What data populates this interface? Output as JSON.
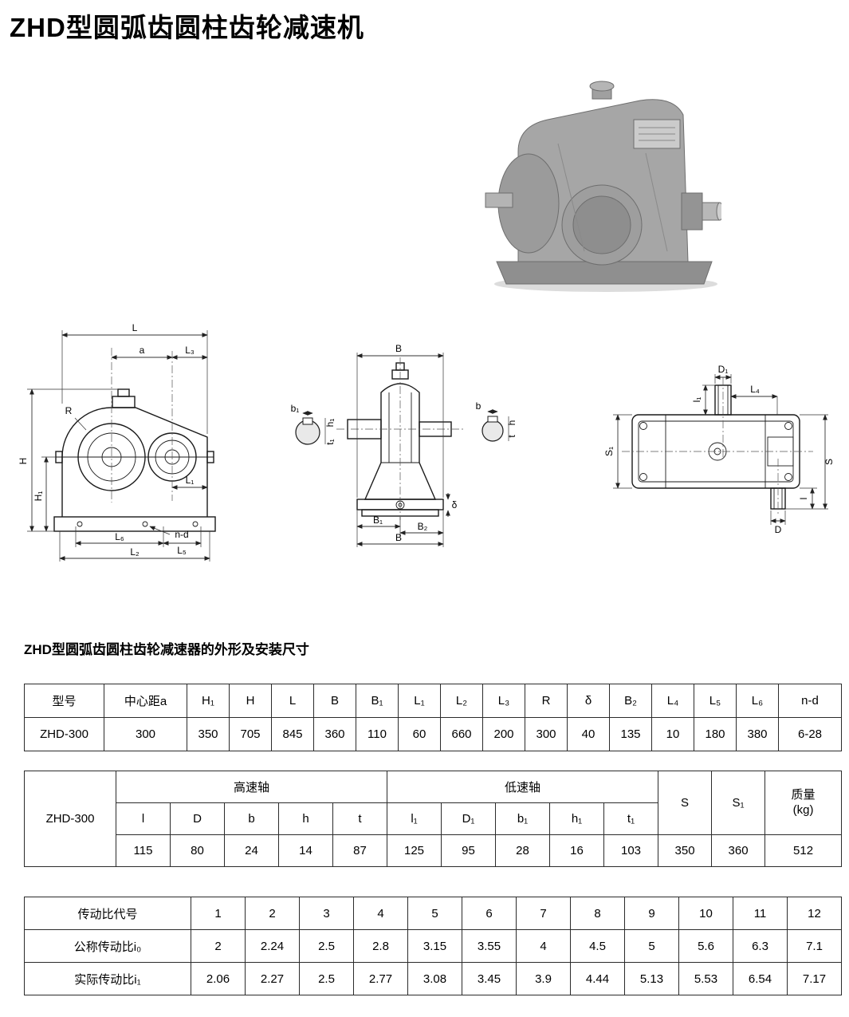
{
  "page": {
    "title": "ZHD型圆弧齿圆柱齿轮减速机",
    "section_heading": "ZHD型圆弧齿圆柱齿轮减速器的外形及安装尺寸"
  },
  "drawings": {
    "front": {
      "L": "L",
      "a": "a",
      "L3": "L₃",
      "R": "R",
      "H": "H",
      "H1": "H₁",
      "L1": "L₁",
      "nd": "n-d",
      "L6": "L₆",
      "L5": "L₅",
      "L2": "L₂"
    },
    "side": {
      "B_top": "B",
      "b1": "b₁",
      "h1": "h₁",
      "t1": "t₁",
      "b": "b",
      "h": "h",
      "t": "t",
      "B1": "B₁",
      "B2": "B₂",
      "B_bottom": "B",
      "delta": "δ"
    },
    "top": {
      "D1": "D₁",
      "L4": "L₄",
      "l1": "l₁",
      "S1": "S₁",
      "S": "S",
      "l": "l",
      "D": "D"
    }
  },
  "table1": {
    "headers": [
      "型号",
      "中心距a",
      "H₁",
      "H",
      "L",
      "B",
      "B₁",
      "L₁",
      "L₂",
      "L₃",
      "R",
      "δ",
      "B₂",
      "L₄",
      "L₅",
      "L₆",
      "n-d"
    ],
    "row": [
      "ZHD-300",
      "300",
      "350",
      "705",
      "845",
      "360",
      "110",
      "60",
      "660",
      "200",
      "300",
      "40",
      "135",
      "10",
      "180",
      "380",
      "6-28"
    ]
  },
  "table2": {
    "model": "ZHD-300",
    "group_high": "高速轴",
    "group_low": "低速轴",
    "col_S": "S",
    "col_S1": "S₁",
    "mass_line1": "质量",
    "mass_line2": "(kg)",
    "high_headers": [
      "l",
      "D",
      "b",
      "h",
      "t"
    ],
    "low_headers": [
      "l₁",
      "D₁",
      "b₁",
      "h₁",
      "t₁"
    ],
    "high_values": [
      "115",
      "80",
      "24",
      "14",
      "87"
    ],
    "low_values": [
      "125",
      "95",
      "28",
      "16",
      "103"
    ],
    "S_value": "350",
    "S1_value": "360",
    "mass_value": "512"
  },
  "table3": {
    "code_label": "传动比代号",
    "nominal_label": "公称传动比i₀",
    "actual_label": "实际传动比i₁",
    "codes": [
      "1",
      "2",
      "3",
      "4",
      "5",
      "6",
      "7",
      "8",
      "9",
      "10",
      "11",
      "12"
    ],
    "nominal": [
      "2",
      "2.24",
      "2.5",
      "2.8",
      "3.15",
      "3.55",
      "4",
      "4.5",
      "5",
      "5.6",
      "6.3",
      "7.1"
    ],
    "actual": [
      "2.06",
      "2.27",
      "2.5",
      "2.77",
      "3.08",
      "3.45",
      "3.9",
      "4.44",
      "5.13",
      "5.53",
      "6.54",
      "7.17"
    ]
  }
}
